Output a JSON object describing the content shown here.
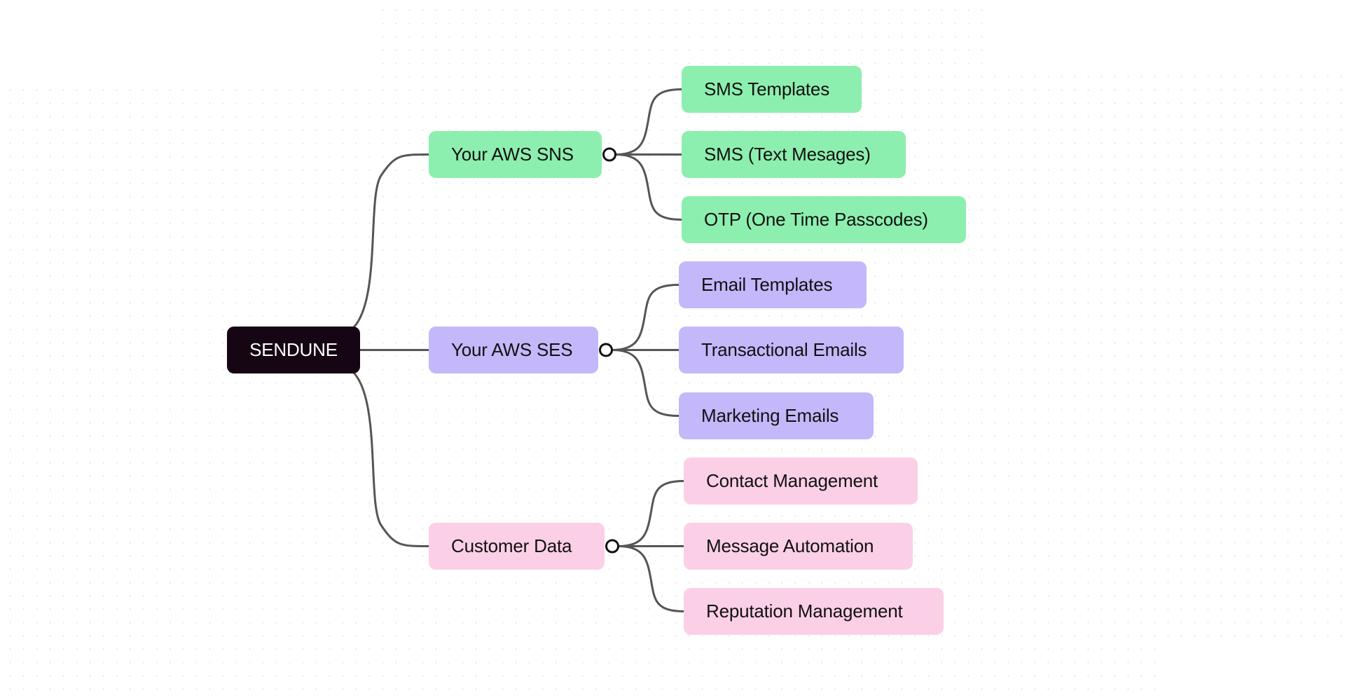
{
  "diagram": {
    "type": "mind-map",
    "root": {
      "label": "SENDUNE",
      "color": "#160613",
      "text_color": "#ffffff"
    },
    "branches": [
      {
        "label": "Your AWS SNS",
        "color": "#8DEFAF",
        "children": [
          "SMS Templates",
          "SMS (Text Mesages)",
          "OTP (One Time Passcodes)"
        ]
      },
      {
        "label": "Your AWS SES",
        "color": "#C4B8FB",
        "children": [
          "Email Templates",
          "Transactional Emails",
          "Marketing Emails"
        ]
      },
      {
        "label": "Customer Data",
        "color": "#FBD0E6",
        "children": [
          "Contact Management",
          "Message Automation",
          "Reputation Management"
        ]
      }
    ],
    "connector_color": "#555555",
    "collapse_handle_icon": "circle-toggle-icon"
  }
}
